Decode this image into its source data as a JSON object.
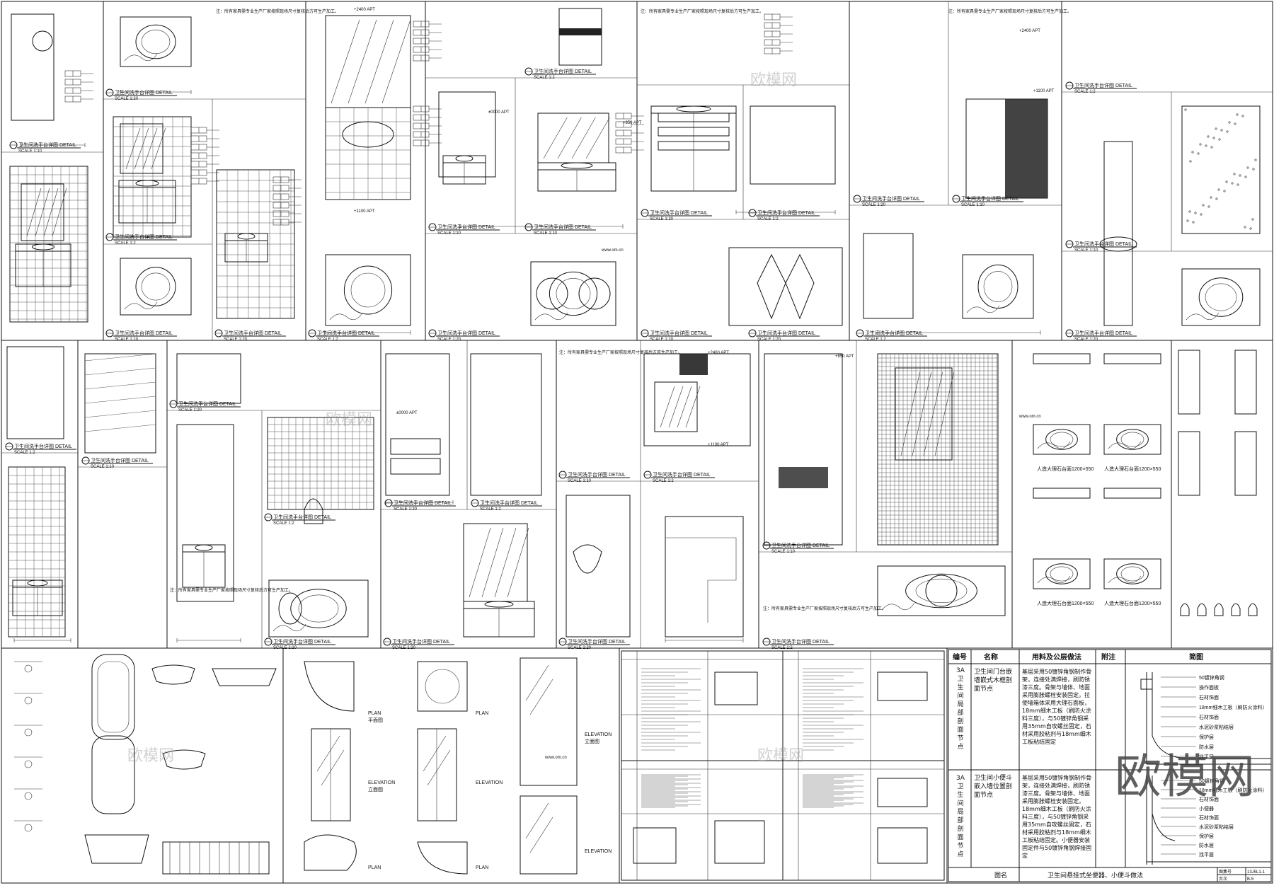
{
  "sheet": {
    "detail_title": "卫生间洗手台详图",
    "detail_suffix": "DETAIL",
    "scales": [
      "SCALE 1:10",
      "SCALE 1:20",
      "SCALE 1:2"
    ],
    "note_text": "注：所有家具需专业生产厂家按照现场尺寸复核后方可生产加工。",
    "elevation_label": "ELEVATION",
    "plan_label": "PLAN",
    "elevation_cn": "立面图",
    "plan_cn": "平面图",
    "basin_caption": "人造大理石台面1200×550",
    "basin_caption_2": "人造大理石台面1200×550",
    "apt_marks": [
      "+2400 APT",
      "+1100 APT",
      "±0000 APT",
      "+850 APT"
    ],
    "watermark_faint": "欧模网",
    "watermark_url": "www.om.cn"
  },
  "spec_table": {
    "headers": [
      "编号",
      "名称",
      "用料及公层做法",
      "附注",
      "简图"
    ],
    "rows": [
      {
        "code": "3A 卫生间局部剖面节点",
        "name": "卫生间门台嵌墙嵌式木框剖面节点",
        "method": "基层采用50镀锌角钢制作骨架，连接处满焊接，刷防锈漆三度。骨架与墙体、地面采用膨胀螺栓安装固定。拉使墙箱体采用大理石面板，18mm细木工板（刷防火涂料三度），与50镀锌角钢采用35mm自攻螺丝固定，石材采用胶粘剂与18mm细木工板粘结固定"
      },
      {
        "code": "3A 卫生间局部剖面节点",
        "name": "卫生间小便斗嵌入墙位置剖面节点",
        "method": "基层采用50镀锌角钢制作骨架，连接处满焊接，刷防锈漆三度。骨架与墙体、地面采用膨胀螺栓安装固定。18mm细木工板（刷防火涂料三度），与50镀锌角钢采用35mm自攻螺丝固定，石材采用胶粘剂与18mm细木工板粘结固定。小便器安装固定件与50镀锌角钢焊接固定"
      }
    ],
    "callouts_top": [
      "50镀锌角钢",
      "操作面板",
      "石材饰面",
      "18mm细木工板（刷防火涂料）",
      "石材饰面",
      "水泥砂浆粘结层",
      "保护层",
      "防水层",
      "找平层"
    ],
    "callouts_bottom": [
      "50镀锌角钢",
      "18mm细木工板（刷防火涂料）",
      "石材饰面",
      "小便器",
      "石材饰面",
      "水泥砂浆粘结层",
      "保护层",
      "防水层",
      "找平层"
    ],
    "title_block": {
      "name_label": "图名",
      "name_value": "卫生间悬挂式坐便器、小便斗做法",
      "atlas_label": "图集号",
      "atlas_value": "13J5L1-1",
      "page_label": "页次",
      "page_value": "B-5"
    }
  },
  "watermark": {
    "text": "欧模网",
    "color": "#444444"
  }
}
